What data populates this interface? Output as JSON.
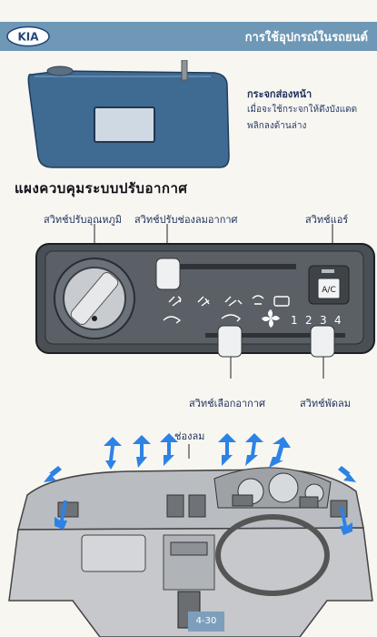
{
  "header": {
    "brand": "KIA",
    "title": "การใช้อุปกรณ์ในรถยนต์"
  },
  "mirror": {
    "title": "กระจกส่องหน้า",
    "desc_line1": "เมื่อจะใช้กระจกให้ดึงบังแดด",
    "desc_line2": "พลิกลงด้านล่าง"
  },
  "section": {
    "title": "แผงควบคุมระบบปรับอากาศ"
  },
  "controls": {
    "temp_knob": "สวิทช์ปรับอุณหภูมิ",
    "vent_slider": "สวิทช์ปรับช่องลมอากาศ",
    "ac_switch": "สวิทช์แอร์",
    "air_select": "สวิทช์เลือกอากาศ",
    "fan_switch": "สวิทช์พัดลม",
    "ac_button_label": "A/C",
    "fan_speeds": [
      "1",
      "2",
      "3",
      "4"
    ]
  },
  "dashboard": {
    "vents_label": "ช่องลม"
  },
  "footer": {
    "page_number": "4-30"
  },
  "colors": {
    "header_bg": "#6f98b6",
    "visor": "#3f6a92",
    "panel": "#4a4f55",
    "arrow": "#2c82e6"
  }
}
